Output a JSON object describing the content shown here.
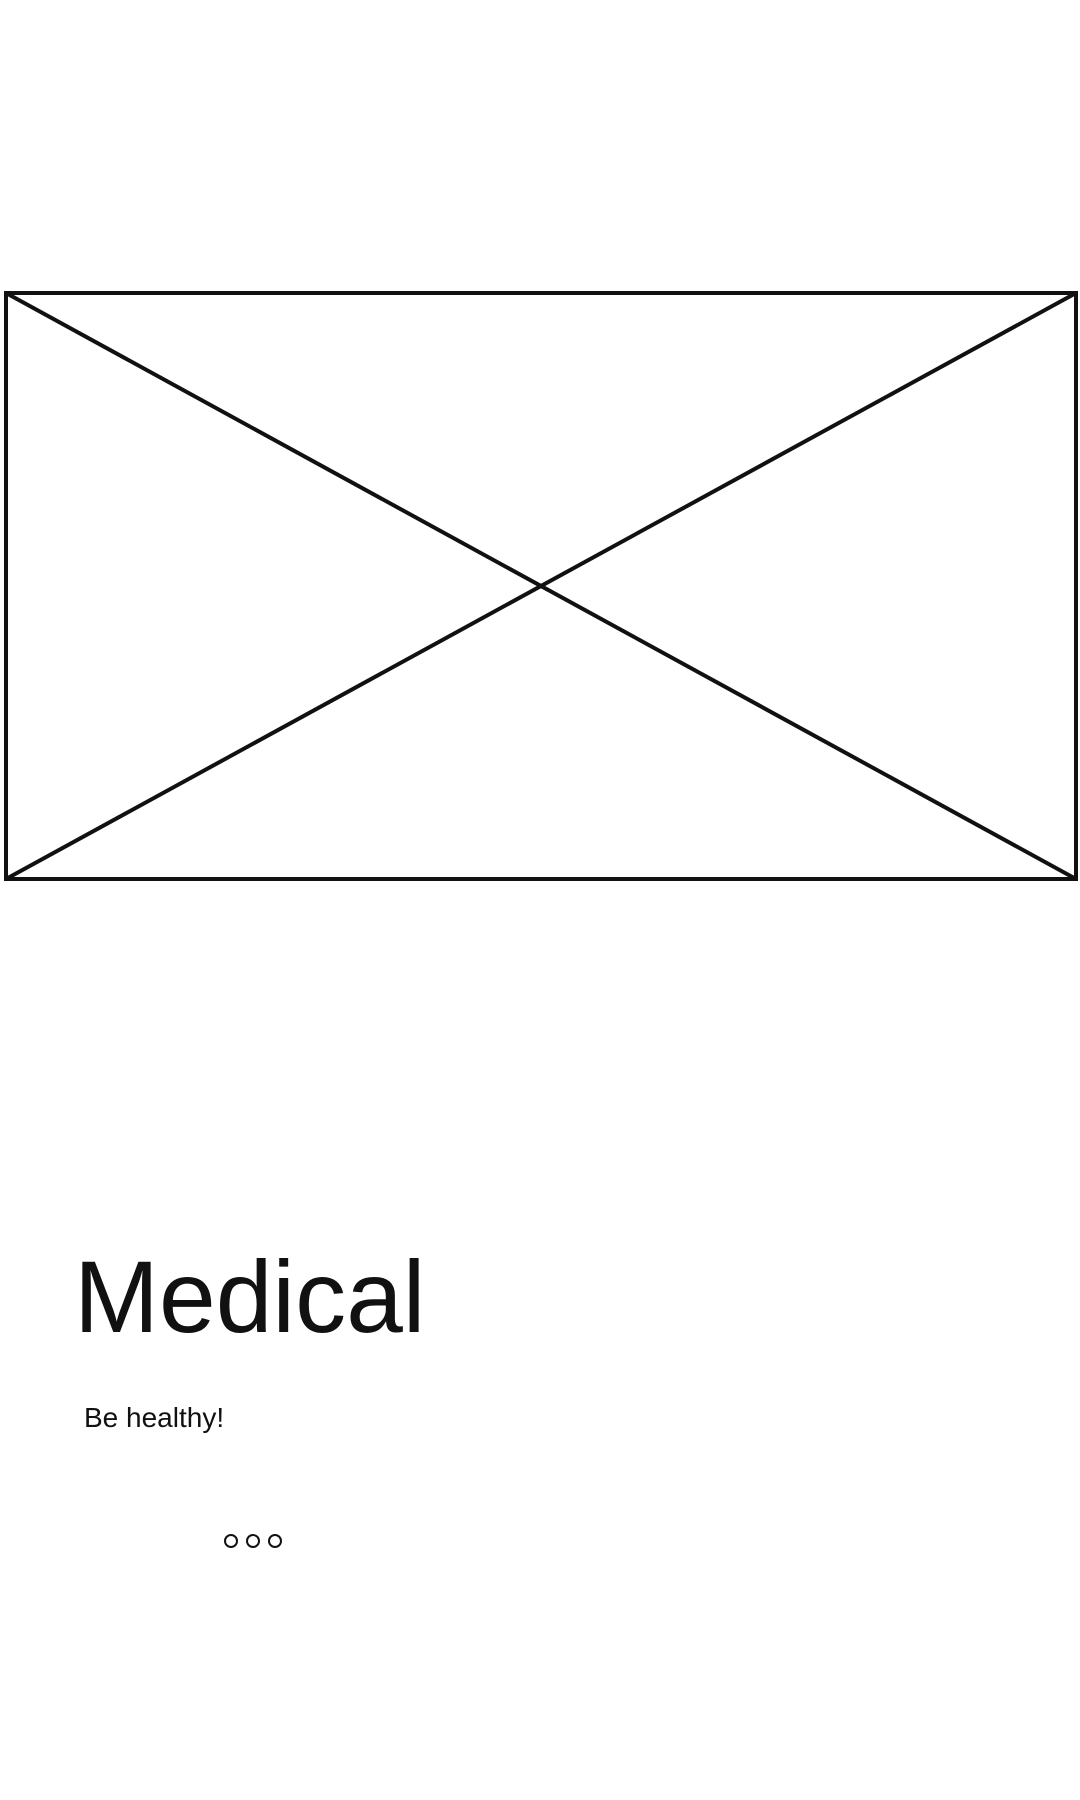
{
  "screen": {
    "title": "Medical",
    "subtitle": "Be healthy!"
  },
  "hero_image": {
    "icon": "image-placeholder-icon"
  },
  "pager": {
    "page_count": 3,
    "icon": "page-indicator-dots"
  },
  "colors": {
    "background": "#ffffff",
    "foreground": "#111111"
  }
}
